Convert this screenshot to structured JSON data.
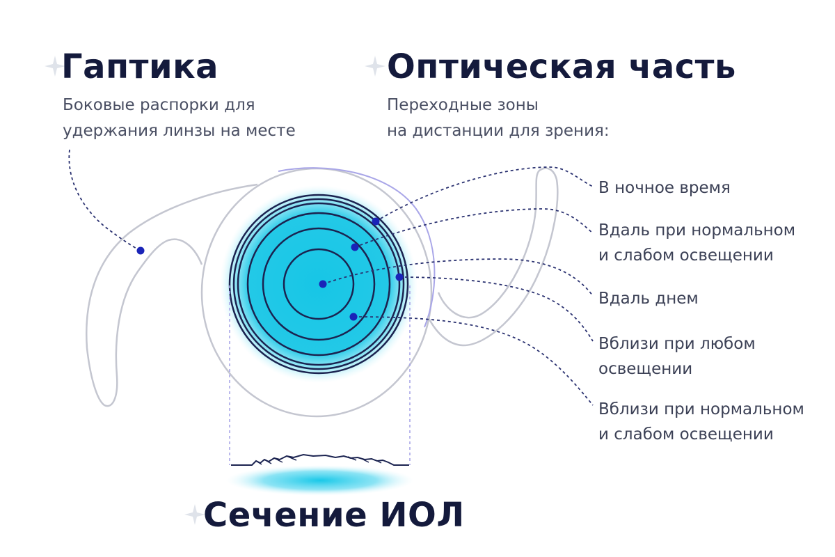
{
  "haptic": {
    "title": "Гаптика",
    "desc_line1": "Боковые распорки для",
    "desc_line2": "удержания линзы на месте"
  },
  "optic": {
    "title": "Оптическая часть",
    "desc_line1": "Переходные зоны",
    "desc_line2": "на дистанции для зрения:"
  },
  "zones": [
    {
      "line1": "В ночное время",
      "line2": ""
    },
    {
      "line1": "Вдаль при нормальном",
      "line2": "и слабом освещении"
    },
    {
      "line1": "Вдаль днем",
      "line2": ""
    },
    {
      "line1": "Вблизи при любом",
      "line2": "освещении"
    },
    {
      "line1": "Вблизи при нормальном",
      "line2": "и слабом освещении"
    }
  ],
  "section": {
    "title": "Сечение ИОЛ"
  },
  "colors": {
    "accent_glow": "#17c6e6",
    "ring_stroke": "#1b2350",
    "outline": "#c4c6d0",
    "dot": "#1a24b8",
    "dashed": "#2a3170",
    "sparkle": "#dfe3ea"
  },
  "icons": [
    "sparkle-icon"
  ]
}
